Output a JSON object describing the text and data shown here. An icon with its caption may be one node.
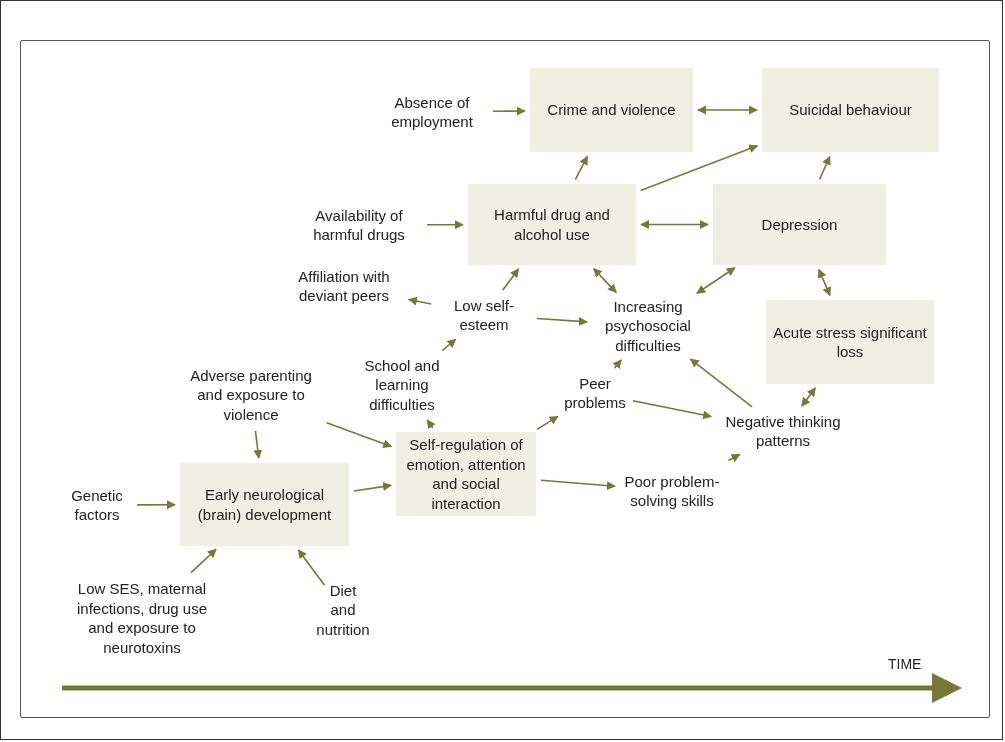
{
  "diagram": {
    "nodes": [
      {
        "text": [
          "Absence of employment"
        ]
      },
      {
        "text": [
          "Crime and violence"
        ]
      },
      {
        "text": [
          "Suicidal behaviour"
        ]
      },
      {
        "text": [
          "Availability of harmful drugs"
        ]
      },
      {
        "text": [
          "Harmful drug and alcohol use"
        ]
      },
      {
        "text": [
          "Depression"
        ]
      },
      {
        "text": [
          "Affiliation with deviant peers"
        ]
      },
      {
        "text": [
          "Low self-esteem"
        ]
      },
      {
        "text": [
          "Increasing psychosocial difficulties"
        ]
      },
      {
        "text": [
          "Acute stress significant loss"
        ]
      },
      {
        "text": [
          "Adverse parenting and exposure to violence"
        ]
      },
      {
        "text": [
          "School and learning difficulties"
        ]
      },
      {
        "text": [
          "Peer problems"
        ]
      },
      {
        "text": [
          "Negative thinking patterns"
        ]
      },
      {
        "text": [
          "Self-regulation of emotion, attention and social interaction"
        ]
      },
      {
        "text": [
          "Genetic factors"
        ]
      },
      {
        "text": [
          "Early neurological (brain) development"
        ]
      },
      {
        "text": [
          "Poor problem-solving skills"
        ]
      },
      {
        "text": [
          "Low SES, maternal infections, drug use and exposure to neurotoxins"
        ]
      },
      {
        "text": [
          "Diet and nutrition"
        ]
      }
    ],
    "edges": [
      {
        "from": 0,
        "to": 1,
        "arrow": "to"
      },
      {
        "from": 1,
        "to": 2,
        "arrow": "both"
      },
      {
        "from": 3,
        "to": 4,
        "arrow": "to"
      },
      {
        "from": 4,
        "to": 1,
        "arrow": "to"
      },
      {
        "from": 4,
        "to": 2,
        "arrow": "to"
      },
      {
        "from": 4,
        "to": 5,
        "arrow": "both"
      },
      {
        "from": 5,
        "to": 2,
        "arrow": "to"
      },
      {
        "from": 4,
        "to": 8,
        "arrow": "both"
      },
      {
        "from": 8,
        "to": 5,
        "arrow": "both"
      },
      {
        "from": 5,
        "to": 9,
        "arrow": "both"
      },
      {
        "from": 7,
        "to": 6,
        "arrow": "to"
      },
      {
        "from": 7,
        "to": 4,
        "arrow": "to"
      },
      {
        "from": 7,
        "to": 8,
        "arrow": "to"
      },
      {
        "from": 11,
        "to": 7,
        "arrow": "to"
      },
      {
        "from": 14,
        "to": 11,
        "arrow": "to"
      },
      {
        "from": 14,
        "to": 12,
        "arrow": "to"
      },
      {
        "from": 12,
        "to": 8,
        "arrow": "to"
      },
      {
        "from": 12,
        "to": 13,
        "arrow": "to"
      },
      {
        "from": 13,
        "to": 8,
        "arrow": "to"
      },
      {
        "from": 13,
        "to": 9,
        "arrow": "both"
      },
      {
        "from": 17,
        "to": 13,
        "arrow": "to"
      },
      {
        "from": 14,
        "to": 17,
        "arrow": "to"
      },
      {
        "from": 10,
        "to": 16,
        "arrow": "to"
      },
      {
        "from": 10,
        "to": 14,
        "arrow": "to"
      },
      {
        "from": 15,
        "to": 16,
        "arrow": "to"
      },
      {
        "from": 16,
        "to": 14,
        "arrow": "to"
      },
      {
        "from": 18,
        "to": 16,
        "arrow": "to"
      },
      {
        "from": 19,
        "to": 16,
        "arrow": "to"
      }
    ],
    "labels": [
      "TIME"
    ]
  }
}
